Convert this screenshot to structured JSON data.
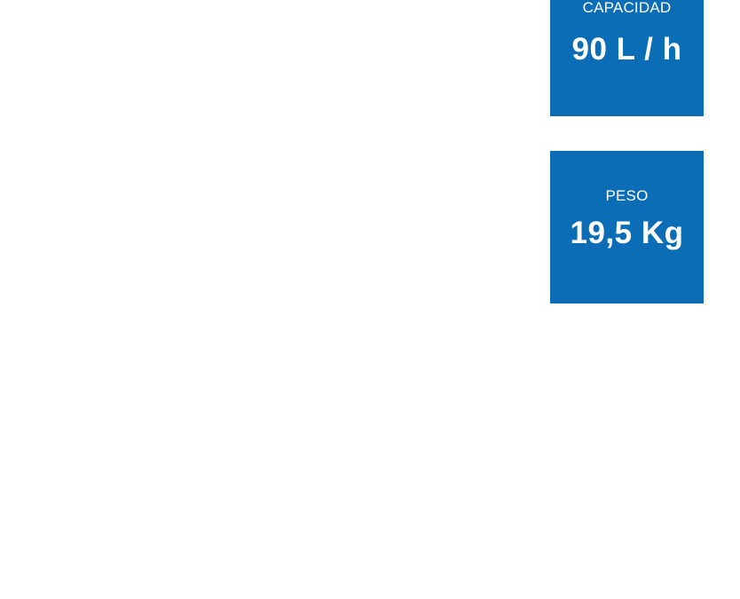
{
  "specs": {
    "capacidad": {
      "label": "CAPACIDAD",
      "value": "90 L / h"
    },
    "peso": {
      "label": "PESO",
      "value": "19,5 Kg"
    }
  },
  "colors": {
    "card_background": "#0b6db6",
    "card_text": "#ffffff",
    "page_background": "#ffffff"
  }
}
